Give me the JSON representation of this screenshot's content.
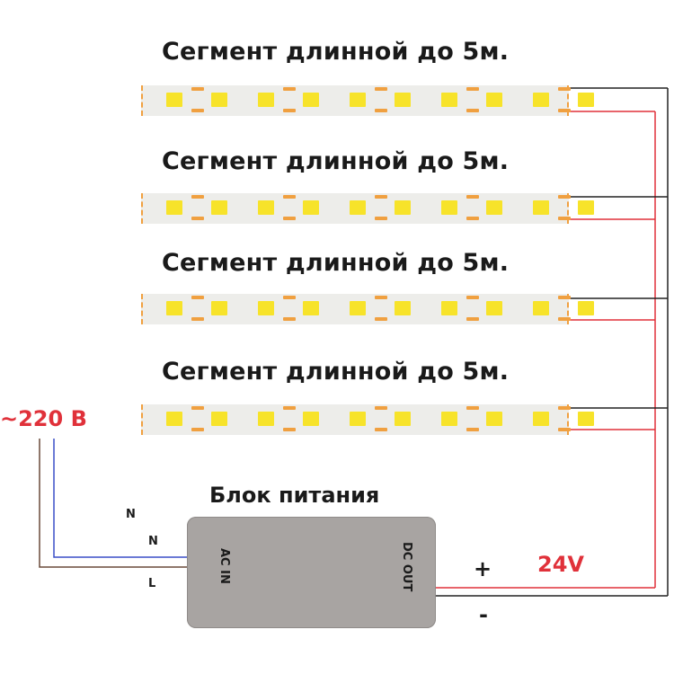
{
  "segments": [
    {
      "label": "Сегмент длинной до 5м."
    },
    {
      "label": "Сегмент длинной до 5м."
    },
    {
      "label": "Сегмент длинной до 5м."
    },
    {
      "label": "Сегмент длинной до 5м."
    }
  ],
  "mains": {
    "label": "~220 В",
    "neutral_label_1": "N",
    "neutral_label_2": "N",
    "line_label": "L"
  },
  "psu": {
    "title": "Блок питания",
    "ac_in": "AC IN",
    "dc_out": "DC OUT",
    "plus": "+",
    "minus": "-",
    "voltage": "24V"
  },
  "colors": {
    "red": "#e0313a",
    "wire_black": "#222222",
    "neutral_blue": "#3a4fc7",
    "line_brown": "#6a4a3a",
    "led": "#f7e32a",
    "pad": "#f0a040",
    "psu_body": "#a8a4a2"
  }
}
